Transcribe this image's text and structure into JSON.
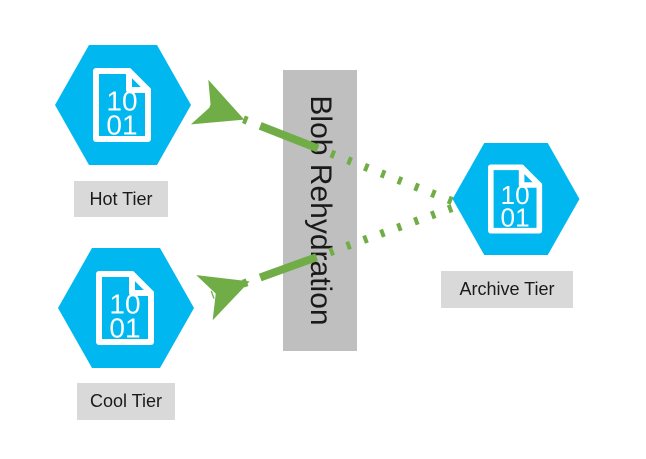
{
  "diagram": {
    "title": "Blob Rehydration",
    "band": {
      "label": "Blob Rehydration",
      "color": "#bfbfbf",
      "text_color": "#1a1a1a"
    },
    "colors": {
      "node_blue": "#00b7f0",
      "icon_white": "#ffffff",
      "arrow_green": "#70ad47",
      "chip_gray": "#d9d9d9",
      "band_gray": "#bfbfbf",
      "background": "#ffffff"
    },
    "nodes": [
      {
        "id": "hot-tier",
        "label": "Hot Tier",
        "icon": "binary-document-icon",
        "icon_line_1": "10",
        "icon_line_2": "01"
      },
      {
        "id": "cool-tier",
        "label": "Cool Tier",
        "icon": "binary-document-icon",
        "icon_line_1": "10",
        "icon_line_2": "01"
      },
      {
        "id": "archive-tier",
        "label": "Archive Tier",
        "icon": "binary-document-icon",
        "icon_line_1": "10",
        "icon_line_2": "01"
      }
    ],
    "connectors": [
      {
        "id": "archive-to-hot",
        "from": "archive-tier",
        "to": "hot-tier",
        "style": "dashed",
        "arrowhead": "end",
        "color": "#70ad47"
      },
      {
        "id": "archive-to-cool",
        "from": "archive-tier",
        "to": "cool-tier",
        "style": "dashed",
        "arrowhead": "end",
        "color": "#70ad47"
      }
    ]
  }
}
